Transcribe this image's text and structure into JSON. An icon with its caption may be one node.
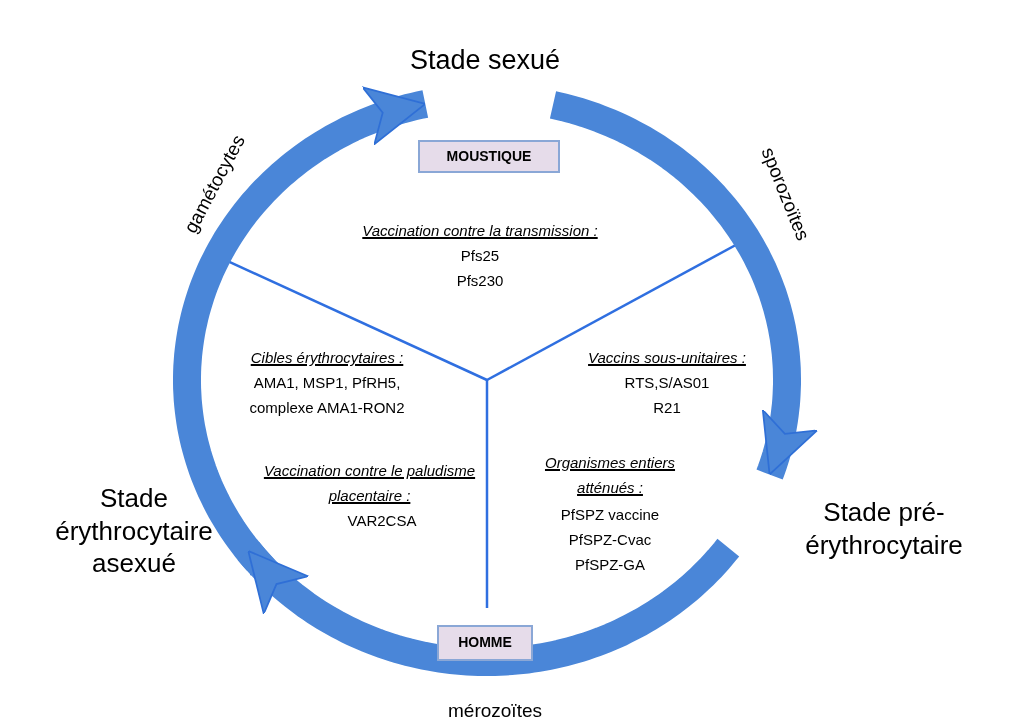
{
  "diagram": {
    "nodes": [
      {
        "text": [
          "Stade sexué"
        ]
      },
      {
        "text": [
          "MOUSTIQUE"
        ]
      },
      {
        "text": [
          "Stade pré-érythrocytaire"
        ]
      },
      {
        "text": [
          "HOMME"
        ]
      },
      {
        "text": [
          "Stade érythrocytaire asexué"
        ]
      }
    ],
    "edges": [
      {
        "from": 4,
        "to": 0,
        "arrow": "to",
        "label": "gamétocytes"
      },
      {
        "from": 0,
        "to": 2,
        "arrow": "to",
        "label": "sporozoïtes"
      },
      {
        "from": 2,
        "to": 4,
        "arrow": "to",
        "label": "mérozoïtes"
      }
    ],
    "labels": [
      "Vaccination contre la transmission :",
      "Pfs25",
      "Pfs230",
      "Cibles érythrocytaires :",
      "AMA1, MSP1, PfRH5,",
      "complexe AMA1-RON2",
      "Vaccins sous-unitaires :",
      "RTS,S/AS01",
      "R21",
      "Vaccination contre le paludisme placentaire :",
      "VAR2CSA",
      "Organismes entiers atténués :",
      "PfSPZ vaccine",
      "PfSPZ-Cvac",
      "PfSPZ-GA"
    ]
  }
}
